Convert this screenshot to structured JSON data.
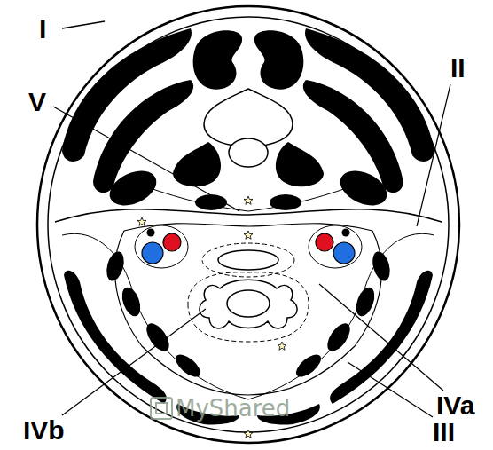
{
  "diagram": {
    "labels": [
      "I",
      "V",
      "II",
      "IVa",
      "IVb",
      "III",
      "MyShared"
    ]
  }
}
